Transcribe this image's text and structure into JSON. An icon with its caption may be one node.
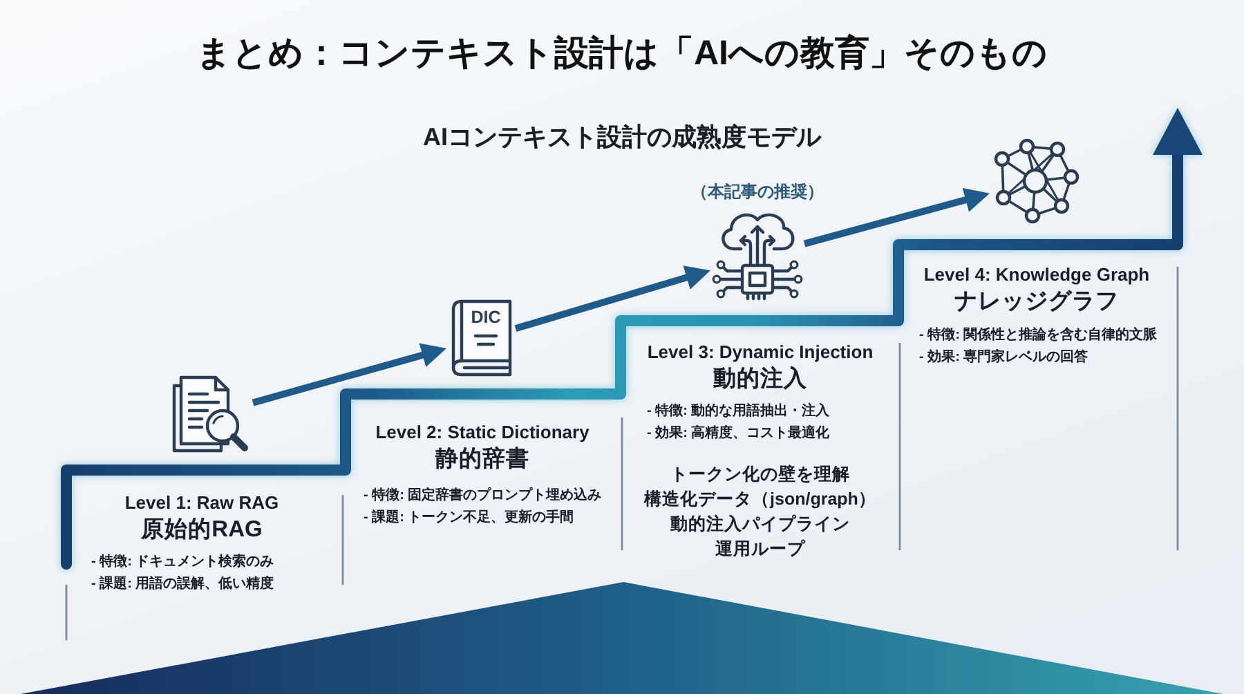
{
  "diagram": {
    "title": "まとめ：コンテキスト設計は「AIへの教育」そのもの",
    "nodes": [
      {
        "text": [
          "Level 1: Raw RAG",
          "原始的RAG",
          "- 特徴: ドキュメント検索のみ",
          "- 課題: 用語の誤解、低い精度"
        ]
      },
      {
        "text": [],
        "shape": "picture"
      },
      {
        "text": [
          "Level 2: Static Dictionary",
          "静的辞書",
          "- 特徴: 固定辞書のプロンプト埋め込み",
          "- 課題: トークン不足、更新の手間"
        ]
      },
      {
        "text": [
          "DIC"
        ]
      },
      {
        "text": [
          "Level 3: Dynamic Injection",
          "動的注入",
          "- 特徴: 動的な用語抽出・注入",
          "- 効果: 高精度、コスト最適化",
          "トークン化の壁を理解",
          "構造化データ（json/graph）",
          "動的注入パイプライン",
          "運用ループ"
        ]
      },
      {
        "text": [],
        "shape": "picture",
        "beside": [
          "（本記事の推奨）"
        ]
      },
      {
        "text": [
          "Level 4: Knowledge Graph",
          "ナレッジグラフ",
          "- 特徴: 関係性と推論を含む自律的文脈",
          "- 効果: 専門家レベルの回答"
        ]
      },
      {
        "text": [],
        "shape": "picture"
      }
    ],
    "edges": [
      {
        "from": 1,
        "to": 3,
        "arrow": "to"
      },
      {
        "from": 3,
        "to": 5,
        "arrow": "to"
      },
      {
        "from": 5,
        "to": 7,
        "arrow": "to"
      }
    ],
    "labels": [
      "AIコンテキスト設計の成熟度モデル"
    ]
  }
}
